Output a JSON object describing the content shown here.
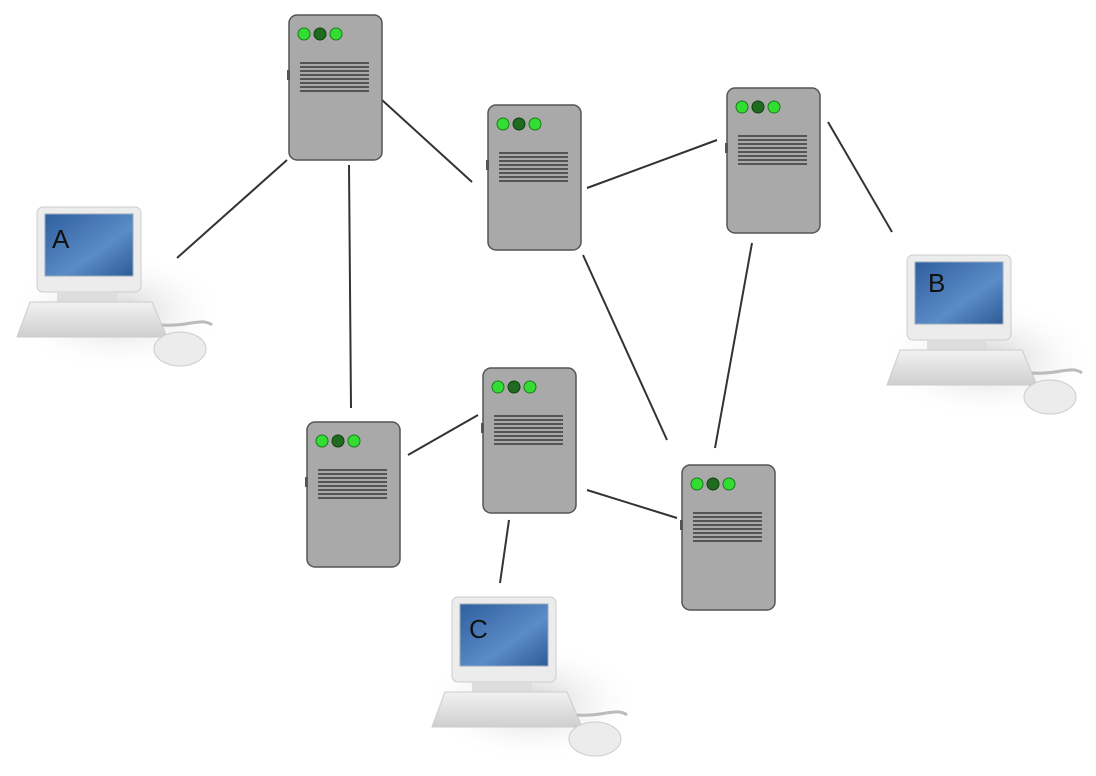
{
  "diagram": {
    "type": "network-topology",
    "computers": [
      {
        "id": "A",
        "label": "A"
      },
      {
        "id": "B",
        "label": "B"
      },
      {
        "id": "C",
        "label": "C"
      }
    ],
    "servers": [
      "S1",
      "S2",
      "S3",
      "S4",
      "S5",
      "S6"
    ],
    "links": [
      [
        "S1",
        "S2"
      ],
      [
        "S1",
        "A"
      ],
      [
        "S1",
        "S4"
      ],
      [
        "S2",
        "S3"
      ],
      [
        "S3",
        "B"
      ],
      [
        "S2",
        "S6"
      ],
      [
        "S3",
        "S6"
      ],
      [
        "S4",
        "S5"
      ],
      [
        "S5",
        "S6"
      ],
      [
        "S5",
        "C"
      ]
    ],
    "colors": {
      "server": "#a9a9a9",
      "led_on": "#33dd33",
      "led_dim": "#1f6b1f",
      "screen": "#3d6fae"
    }
  }
}
